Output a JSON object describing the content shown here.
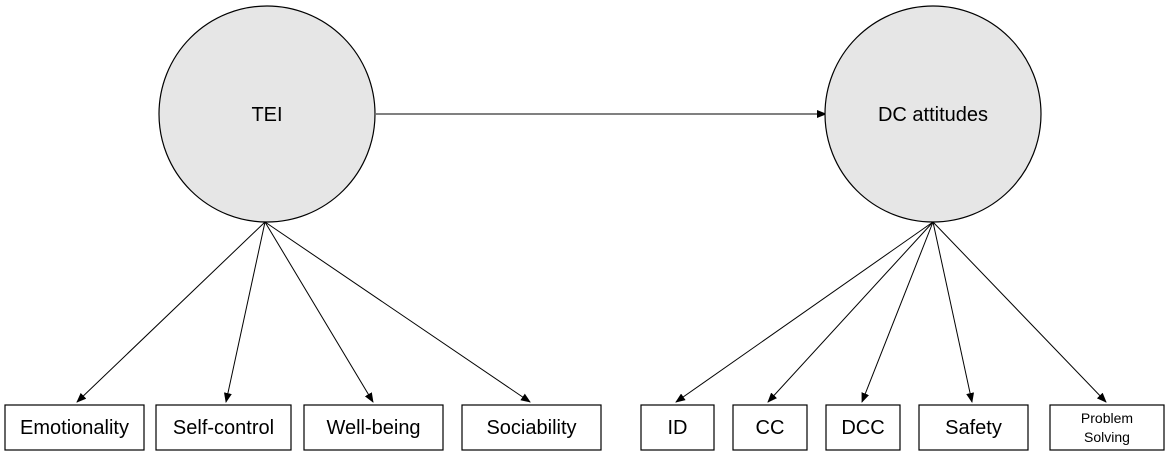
{
  "latents": {
    "tei": {
      "label": "TEI"
    },
    "dc": {
      "label": "DC attitudes"
    }
  },
  "indicators": {
    "emotionality": {
      "label": "Emotionality"
    },
    "self_control": {
      "label": "Self-control"
    },
    "well_being": {
      "label": "Well-being"
    },
    "sociability": {
      "label": "Sociability"
    },
    "id": {
      "label": "ID"
    },
    "cc": {
      "label": "CC"
    },
    "dcc": {
      "label": "DCC"
    },
    "safety": {
      "label": "Safety"
    },
    "problem_solving": {
      "line1": "Problem",
      "line2": "Solving"
    }
  },
  "colors": {
    "latent_fill": "#e6e6e6",
    "stroke": "#000000",
    "background": "#ffffff"
  }
}
